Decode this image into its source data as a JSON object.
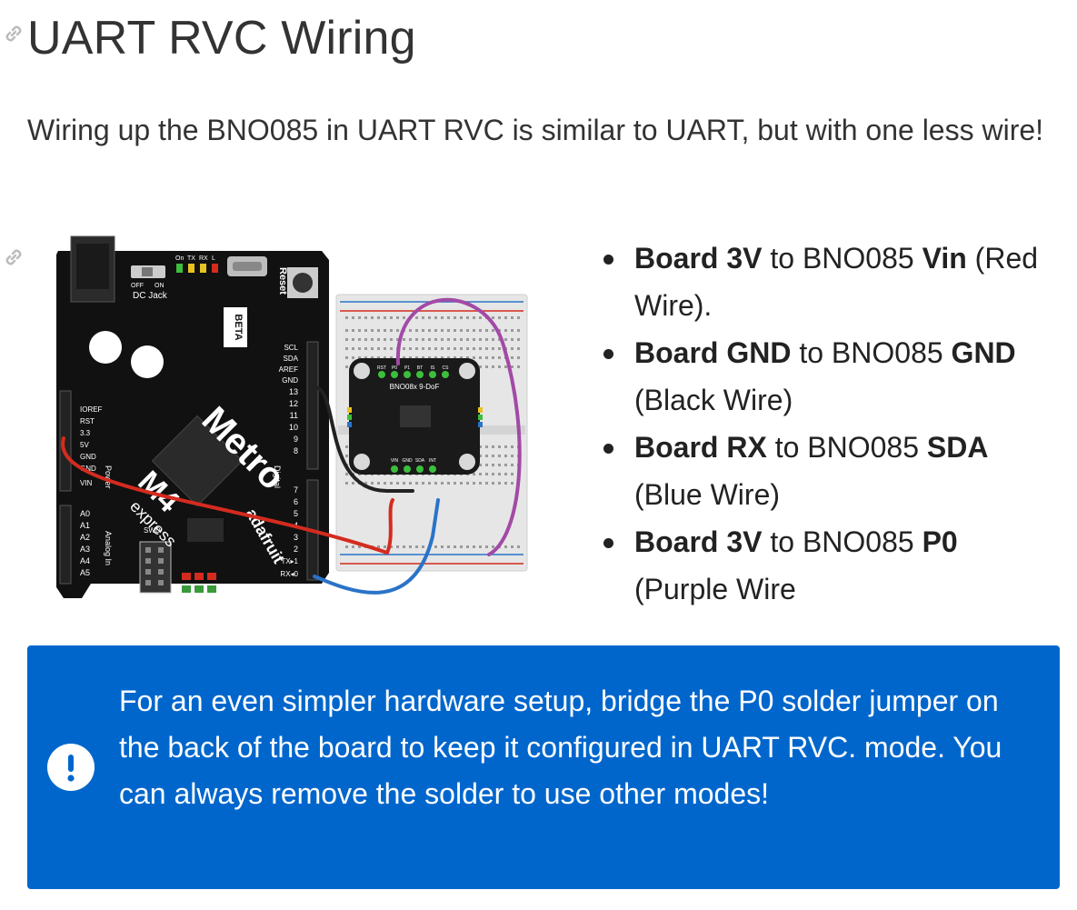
{
  "heading": "UART RVC Wiring",
  "intro": "Wiring up the BNO085 in UART RVC is similar to UART, but with one less wire!",
  "wiring": [
    {
      "from_bold": "Board 3V",
      "mid": " to BNO085 ",
      "to_bold": "Vin",
      "note": " (Red Wire)."
    },
    {
      "from_bold": "Board GND",
      "mid": " to BNO085 ",
      "to_bold": "GND",
      "note": " (Black Wire)"
    },
    {
      "from_bold": "Board RX",
      "mid": " to BNO085 ",
      "to_bold": "SDA",
      "note": " (Blue Wire)"
    },
    {
      "from_bold": "Board 3V",
      "mid": " to BNO085 ",
      "to_bold": "P0",
      "note": " (Purple Wire"
    }
  ],
  "callout": {
    "text": "For an even simpler hardware setup, bridge the P0 solder jumper on the back of the board to keep it configured in UART RVC. mode. You can always remove the solder to use other modes!",
    "color": "#0066cc"
  },
  "diagram": {
    "board_name": "Metro",
    "board_model": "M4",
    "board_sub": "express",
    "brand": "adafruit",
    "badge": "BETA",
    "sensor_label": "BNO08x 9-DoF",
    "power_pins": [
      "IOREF",
      "RST",
      "3.3",
      "5V",
      "GND",
      "GND",
      "VIN"
    ],
    "analog_pins": [
      "A0",
      "A1",
      "A2",
      "A3",
      "A4",
      "A5"
    ],
    "digital_top": [
      "SCL",
      "SDA",
      "AREF",
      "GND",
      "13",
      "12",
      "11",
      "10",
      "9",
      "8"
    ],
    "digital_bottom": [
      "7",
      "6",
      "5",
      "4",
      "3",
      "2",
      "TX▸1",
      "RX◂0"
    ],
    "power_label": "Power",
    "analog_label": "Analog In",
    "digital_label": "Digital",
    "reset_label": "Reset",
    "dc_label": "DC Jack",
    "switch_labels": [
      "OFF",
      "ON"
    ],
    "led_labels": [
      "On",
      "TX",
      "RX",
      "L"
    ],
    "swd_label": "SWD",
    "sensor_top_pins": [
      "RST",
      "P0",
      "P1",
      "BT",
      "IS",
      "CS"
    ],
    "sensor_bottom_pins": [
      "VIN",
      "GND",
      "SDA",
      "INT"
    ],
    "wire_colors": {
      "red": "#d42b1f",
      "black": "#222222",
      "blue": "#2a73c8",
      "purple": "#a24aa6"
    }
  }
}
